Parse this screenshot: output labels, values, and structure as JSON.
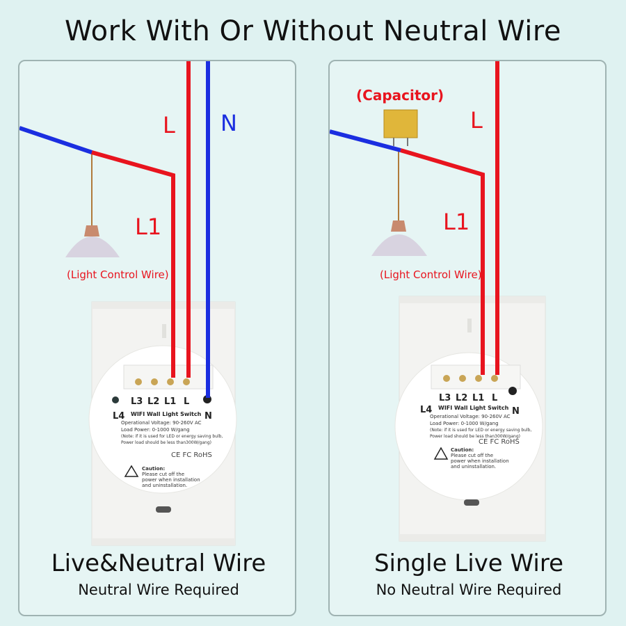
{
  "title": "Work With Or Without Neutral Wire",
  "left": {
    "heading": "Live&Neutral Wire",
    "subheading": "Neutral Wire Required",
    "wire_L": "L",
    "wire_N": "N",
    "wire_L1": "L1",
    "light_note": "(Light Control Wire)"
  },
  "right": {
    "heading": "Single Live Wire",
    "subheading": "No Neutral Wire Required",
    "capacitor": "(Capacitor)",
    "wire_L": "L",
    "wire_L1": "L1",
    "light_note": "(Light Control Wire)"
  },
  "switch": {
    "terminals": [
      "L3",
      "L2",
      "L1",
      "L"
    ],
    "side_left": "L4",
    "side_right": "N",
    "model": "WIFI Wall Light Switch",
    "voltage": "Operational Voltage: 90-260V AC",
    "load": "Load Power: 0-1000 W/gang",
    "note1": "(Note: if it is used for LED or energy saving bulb,",
    "note2": "Power load should be less than300W/gang)",
    "certs": "CE FC RoHS",
    "caution_title": "Caution:",
    "caution1": "Please cut off the",
    "caution2": "power when installation",
    "caution3": "and uninstallation."
  },
  "colors": {
    "live": "#e8141e",
    "neutral": "#1b2ee0",
    "background": "#dff2f1"
  }
}
